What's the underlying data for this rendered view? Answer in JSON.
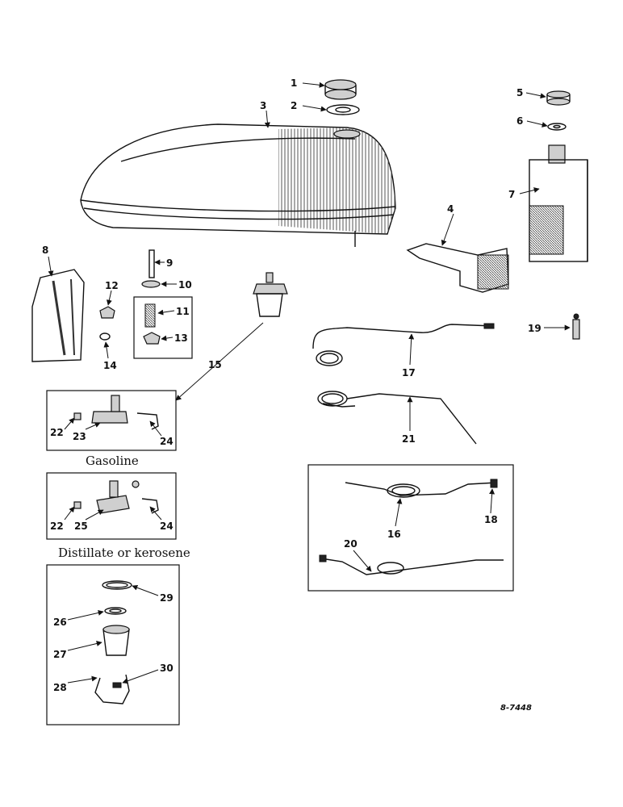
{
  "callouts": {
    "c1": "1",
    "c2": "2",
    "c3": "3",
    "c4": "4",
    "c5": "5",
    "c6": "6",
    "c7": "7",
    "c8": "8",
    "c9": "9",
    "c10": "10",
    "c11": "11",
    "c12": "12",
    "c13": "13",
    "c14": "14",
    "c15": "15",
    "c16": "16",
    "c17": "17",
    "c18": "18",
    "c19": "19",
    "c20": "20",
    "c21": "21",
    "c22a": "22",
    "c23": "23",
    "c24a": "24",
    "c22b": "22",
    "c25": "25",
    "c24b": "24",
    "c26": "26",
    "c27": "27",
    "c28": "28",
    "c29": "29",
    "c30": "30"
  },
  "captions": {
    "gasoline": "Gasoline",
    "distillate": "Distillate or kerosene"
  },
  "drawing_code": "8-7448"
}
